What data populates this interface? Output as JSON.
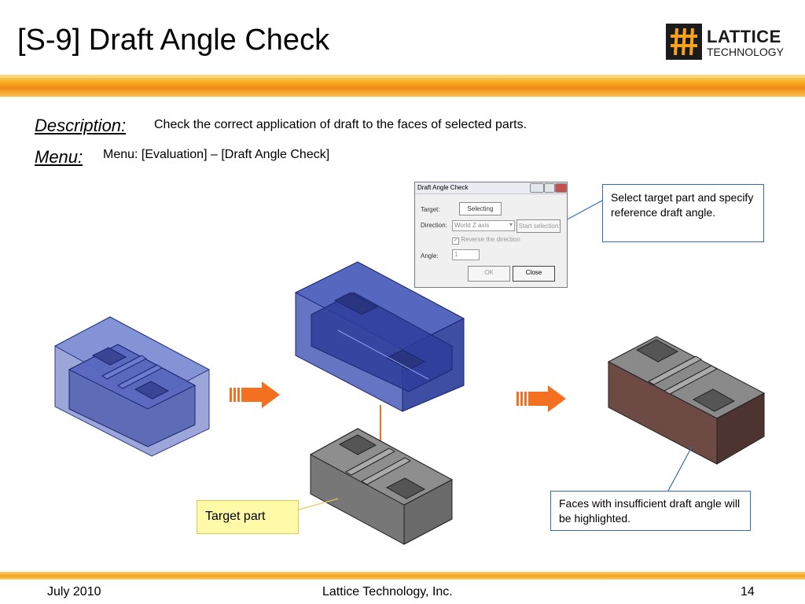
{
  "slide": {
    "title": "[S-9] Draft Angle Check",
    "logo": {
      "name": "LATTICE",
      "sub": "TECHNOLOGY"
    },
    "description_label": "Description:",
    "description_text": "Check the correct application of draft to the faces of selected parts.",
    "menu_label": "Menu:",
    "menu_text": "Menu: [Evaluation] – [Draft Angle Check]"
  },
  "dialog": {
    "title": "Draft Angle Check",
    "target_label": "Target:",
    "target_value": "Selecting",
    "direction_label": "Direction:",
    "direction_value": "World Z axis",
    "start_selection": "Start selection",
    "reverse_label": "Reverse the direction",
    "angle_label": "Angle:",
    "angle_value": "1",
    "ok_label": "OK",
    "close_label": "Close"
  },
  "callouts": {
    "top": "Select target part and specify reference draft angle.",
    "bottom": "Faces with insufficient draft angle will be highlighted.",
    "target": "Target part"
  },
  "colors": {
    "accent_orange": "#f39a1e",
    "arrow_orange": "#f37021",
    "callout_border": "#3569b7",
    "mold_blue": "#4a5cb8",
    "part_gray": "#8a8a8a",
    "highlight_red": "#6e4a44"
  },
  "footer": {
    "date": "July 2010",
    "company": "Lattice Technology, Inc.",
    "page": "14"
  }
}
